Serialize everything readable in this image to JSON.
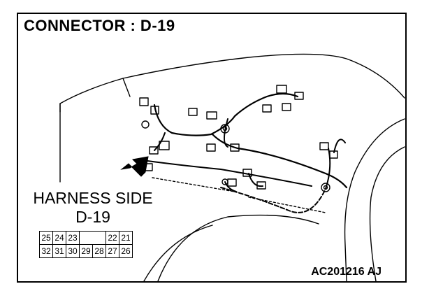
{
  "title": "CONNECTOR : D-19",
  "harness_side": {
    "line1": "HARNESS SIDE",
    "line2": "D-19"
  },
  "pinout": {
    "row1": [
      "25",
      "24",
      "23",
      "",
      "",
      "22",
      "21"
    ],
    "row2": [
      "32",
      "31",
      "30",
      "29",
      "28",
      "27",
      "26"
    ]
  },
  "figure_code": "AC201216 AJ",
  "icons": {
    "pointer": "arrow-icon"
  }
}
